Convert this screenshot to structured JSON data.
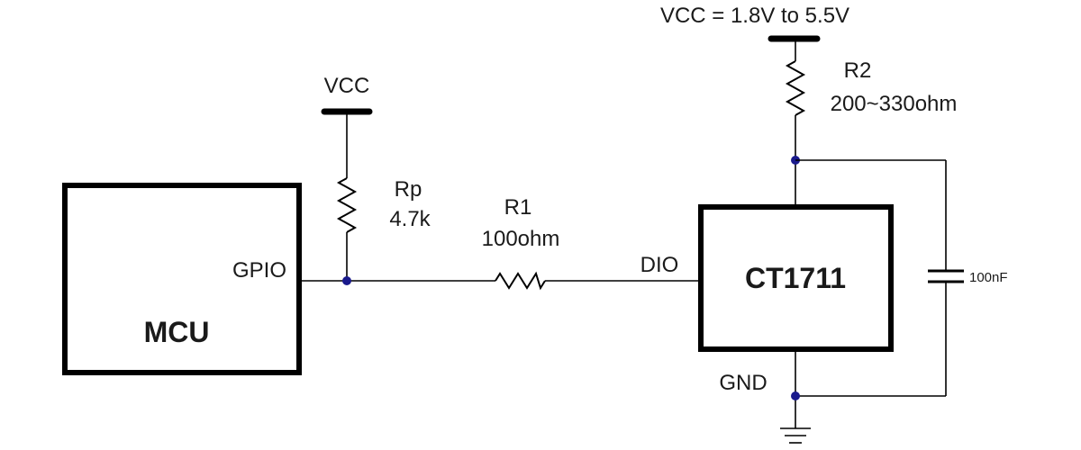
{
  "mcu": {
    "label": "MCU",
    "pin_label": "GPIO"
  },
  "pullup": {
    "supply_label": "VCC",
    "name": "Rp",
    "value": "4.7k"
  },
  "series_resistor": {
    "name": "R1",
    "value": "100ohm"
  },
  "sensor": {
    "label": "CT1711",
    "data_pin": "DIO",
    "ground_pin": "GND"
  },
  "supply": {
    "label": "VCC = 1.8V to 5.5V",
    "resistor_name": "R2",
    "resistor_value": "200~330ohm"
  },
  "decoupling_capacitor": {
    "value": "100nF"
  },
  "colors": {
    "wire": "#000000",
    "junction": "#1a1a8c",
    "text": "#1a1a1a"
  }
}
